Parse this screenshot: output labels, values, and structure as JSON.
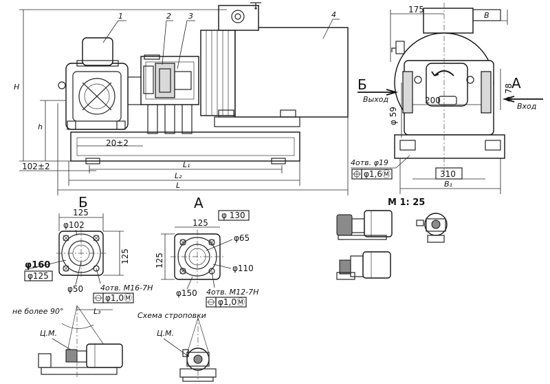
{
  "callouts": {
    "c1": "1",
    "c2": "2",
    "c3": "3",
    "c4": "4"
  },
  "dims_main": {
    "H": "H",
    "h": "h",
    "d20": "20±2",
    "d102": "102±2",
    "L1": "L₁",
    "L2": "L₂",
    "L": "L"
  },
  "dims_side": {
    "d175": "175",
    "B": "B",
    "b_label": "Б",
    "vyhod": "Выход",
    "a_label": "А",
    "vhod": "Вход",
    "d200": "200",
    "d59": "φ 59",
    "d78": "φ 78",
    "hole": "4отв. φ19",
    "tol": "φ1,6Ⓜ",
    "d310": "310",
    "B1": "B₁"
  },
  "scale_label": "М 1: 25",
  "view_b": {
    "title": "Б",
    "d125": "125",
    "d102": "φ102",
    "d160": "φ160",
    "d125b": "φ125",
    "d50": "φ50",
    "d125side": "125",
    "holes": "4отв. М16-7Н",
    "tol": "φ1,0Ⓜ"
  },
  "view_a": {
    "title": "А",
    "d130": "φ 130",
    "d125": "125",
    "d65": "φ65",
    "d125side": "125",
    "d110": "φ110",
    "d150": "φ150",
    "holes": "4отв. М12-7Н",
    "tol": "φ1,0Ⓜ"
  },
  "sling": {
    "angle": "не более 90°",
    "L3": "L₃",
    "cm1": "Ц.М.",
    "title": "Схема строповки",
    "cm2": "Ц.М."
  }
}
